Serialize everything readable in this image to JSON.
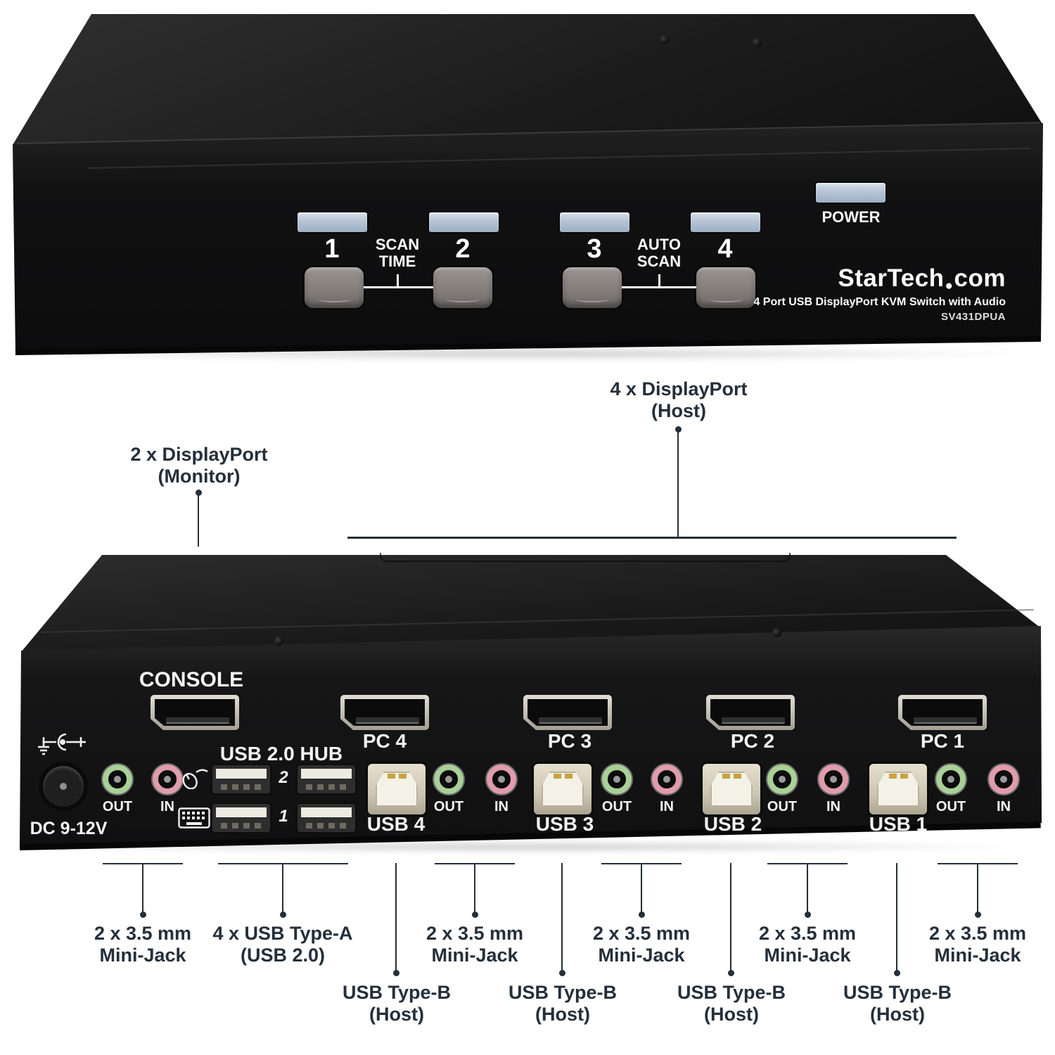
{
  "front_panel": {
    "port_numbers": [
      "1",
      "2",
      "3",
      "4"
    ],
    "scan_time": {
      "line1": "SCAN",
      "line2": "TIME"
    },
    "auto_scan": {
      "line1": "AUTO",
      "line2": "SCAN"
    },
    "power_label": "POWER",
    "brand": "StarTech",
    "brand_tld": "com",
    "product_title": "4 Port USB DisplayPort KVM Switch with Audio",
    "model": "SV431DPUA"
  },
  "rear_panel": {
    "console_label": "CONSOLE",
    "usb_hub_label": "USB 2.0 HUB",
    "hub_row_top": "2",
    "hub_row_bottom": "1",
    "dc_label": "DC 9-12V",
    "pc_ports": [
      "PC 4",
      "PC 3",
      "PC 2",
      "PC 1"
    ],
    "usb_b_ports": [
      "USB 4",
      "USB 3",
      "USB 2",
      "USB 1"
    ],
    "out_label": "OUT",
    "in_label": "IN"
  },
  "callouts": {
    "display_host": {
      "line1": "4 x DisplayPort",
      "line2": "(Host)"
    },
    "display_monitor": {
      "line1": "2 x DisplayPort",
      "line2": "(Monitor)"
    },
    "mini_jack": {
      "line1": "2 x 3.5 mm",
      "line2": "Mini-Jack"
    },
    "usb_a": {
      "line1": "4 x USB Type-A",
      "line2": "(USB 2.0)"
    },
    "usb_b": {
      "line1": "USB Type-B",
      "line2": "(Host)"
    }
  },
  "colors": {
    "led": "#b7c4d4",
    "button": "#847e7b",
    "audio_out_ring": "#a9d097",
    "audio_in_ring": "#e09cab",
    "callout_text": "#242f3a"
  }
}
